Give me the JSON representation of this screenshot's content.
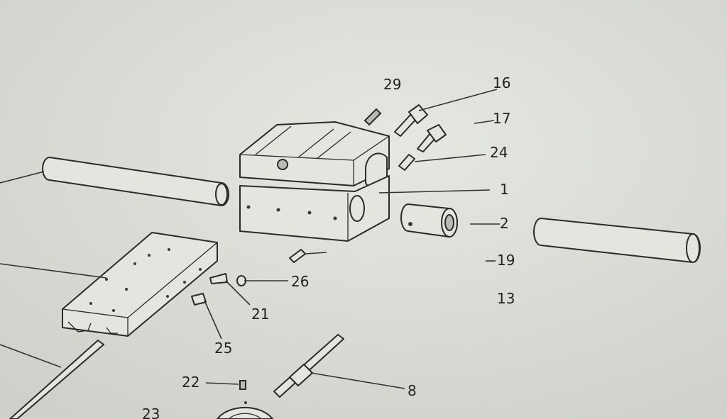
{
  "diagram": {
    "labels": [
      {
        "id": "29",
        "text": "29"
      },
      {
        "id": "16",
        "text": "16"
      },
      {
        "id": "17",
        "text": "17"
      },
      {
        "id": "24",
        "text": "24"
      },
      {
        "id": "1",
        "text": "1"
      },
      {
        "id": "2",
        "text": "2"
      },
      {
        "id": "19",
        "text": "19"
      },
      {
        "id": "13",
        "text": "13"
      },
      {
        "id": "26",
        "text": "26"
      },
      {
        "id": "21",
        "text": "21"
      },
      {
        "id": "25",
        "text": "25"
      },
      {
        "id": "22",
        "text": "22"
      },
      {
        "id": "8",
        "text": "8"
      },
      {
        "id": "23",
        "text": "23"
      }
    ]
  }
}
